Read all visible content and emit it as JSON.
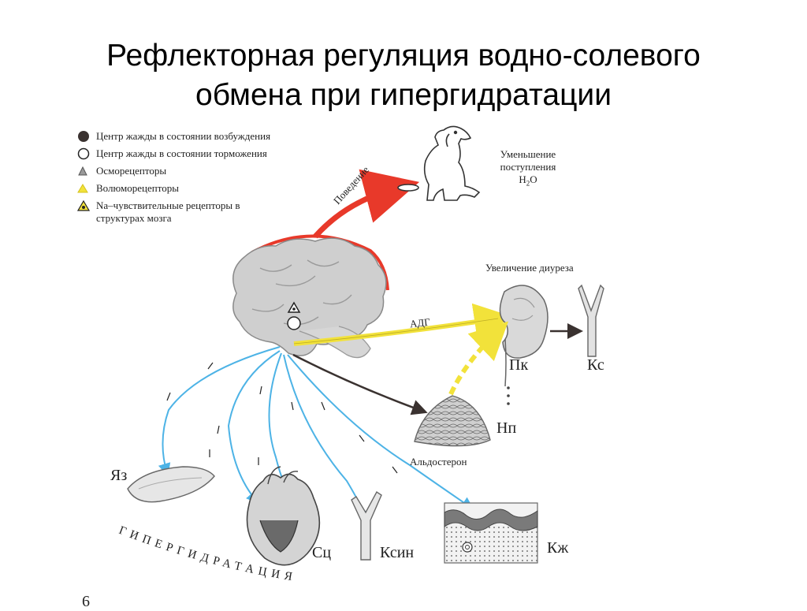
{
  "title": {
    "line1": "Рефлекторная регуляция водно-солевого",
    "line2": "обмена при гипергидратации"
  },
  "legend": [
    {
      "icon": "filled-circle",
      "text": "Центр жажды в состоянии возбуждения"
    },
    {
      "icon": "hollow-circle",
      "text": "Центр жажды в состоянии торможения"
    },
    {
      "icon": "gray-triangle",
      "text": "Осморецепторы"
    },
    {
      "icon": "yellow-triangle",
      "text": "Волюморецепторы"
    },
    {
      "icon": "yellow-triangle-dot",
      "text": "Na–чувствительные рецепторы в",
      "text2": "структурах мозга"
    }
  ],
  "labels": {
    "behavior": "Поведение",
    "decrease_line1": "Уменьшение",
    "decrease_line2": "поступления",
    "decrease_line3": "H",
    "decrease_sub": "2",
    "decrease_line3b": "O",
    "diuresis": "Увеличение диуреза",
    "adh": "АДГ",
    "aldosterone": "Альдостерон",
    "pk": "Пк",
    "ks": "Кс",
    "np": "Нп",
    "yaz": "Яз",
    "sts": "Сц",
    "ksin": "Ксин",
    "kzh": "Кж",
    "hyperhydration": "ГИПЕРГИДРАТАЦИЯ",
    "page_num": "6"
  },
  "colors": {
    "red": "#e8392a",
    "yellow": "#f2e23a",
    "blue": "#4db3e6",
    "dark": "#3a3230",
    "gray": "#c8c8c8"
  }
}
